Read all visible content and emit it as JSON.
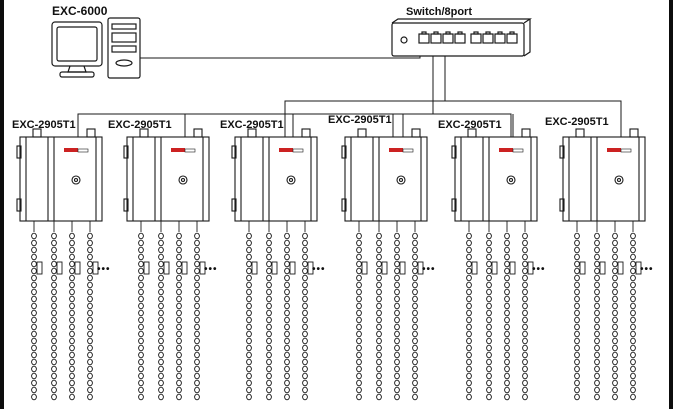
{
  "pc": {
    "label": "EXC-6000",
    "icon": "desktop-computer-icon"
  },
  "switch": {
    "label": "Switch/8port",
    "icon": "network-switch-icon",
    "port_count": 8
  },
  "controllers": [
    {
      "label": "EXC-2905T1",
      "logo": "EXC"
    },
    {
      "label": "EXC-2905T1",
      "logo": "EXC"
    },
    {
      "label": "EXC-2905T1",
      "logo": "EXC"
    },
    {
      "label": "EXC-2905T1",
      "logo": "EXC"
    },
    {
      "label": "EXC-2905T1",
      "logo": "EXC"
    },
    {
      "label": "EXC-2905T1",
      "logo": "EXC"
    }
  ],
  "ellipsis": "•••",
  "colors": {
    "line": "#1a1a1a",
    "frame": "#0d0d0d",
    "logo": "#cc2222",
    "background": "#ffffff"
  }
}
